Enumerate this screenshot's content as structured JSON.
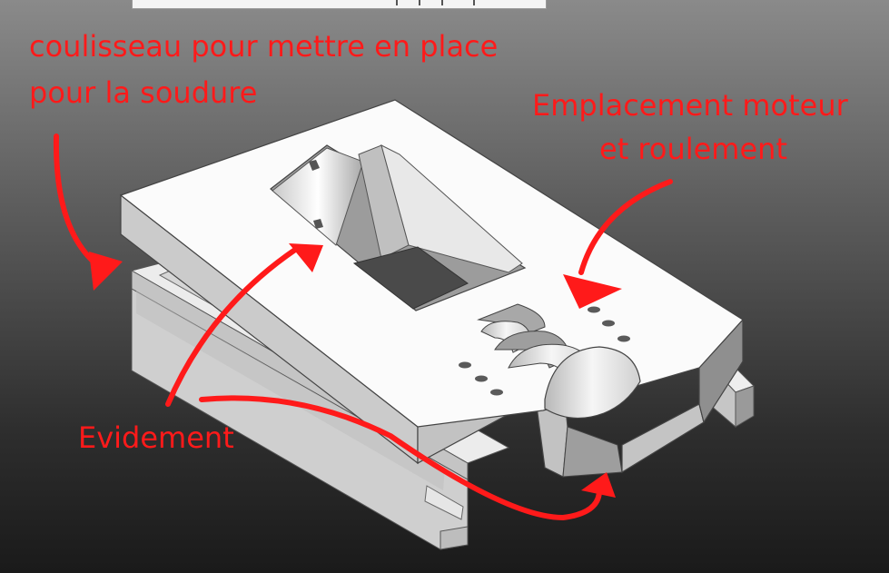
{
  "labels": {
    "slider_line1": "coulisseau pour mettre en place",
    "slider_line2": "pour la soudure",
    "motor_line1": "Emplacement moteur",
    "motor_line2": "et roulement",
    "hollow": "Evidement"
  },
  "colors": {
    "annotation": "#ff1a1a",
    "part_top": "#fbfbfb",
    "part_side": "#c9c9c9",
    "part_shadow": "#8c8c8c"
  }
}
